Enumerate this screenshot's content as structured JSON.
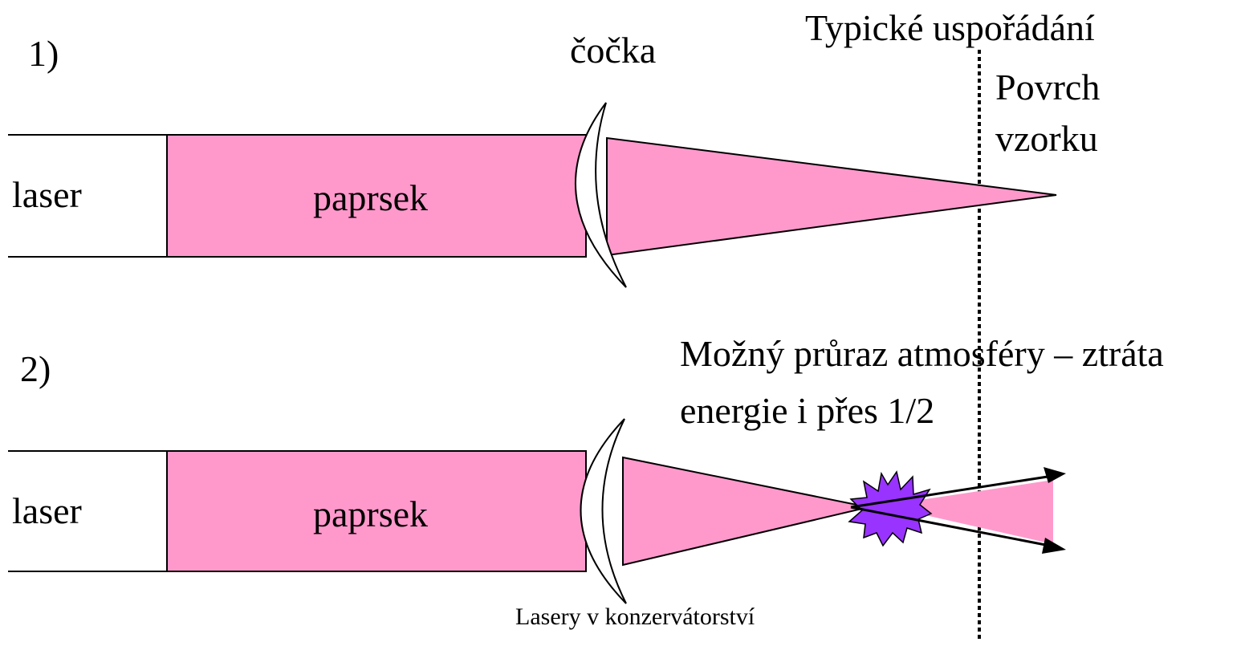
{
  "title": "Typické uspořádání",
  "lens_label": "čočka",
  "sample_label": {
    "line1": "Povrch",
    "line2": "vzorku"
  },
  "footer": "Lasery v konzervátorství",
  "scenarios": [
    {
      "number": "1)",
      "laser_label": "laser",
      "beam_label": "paprsek"
    },
    {
      "number": "2)",
      "laser_label": "laser",
      "beam_label": "paprsek"
    }
  ],
  "breakdown_note": {
    "line1": "Možný průraz atmosféry – ztráta",
    "line2": "energie i přes 1/2"
  },
  "colors": {
    "beam": "#FF99CC",
    "plasma": "#9933FF",
    "line": "#000000",
    "lens_fill": "#FFFFFF"
  }
}
